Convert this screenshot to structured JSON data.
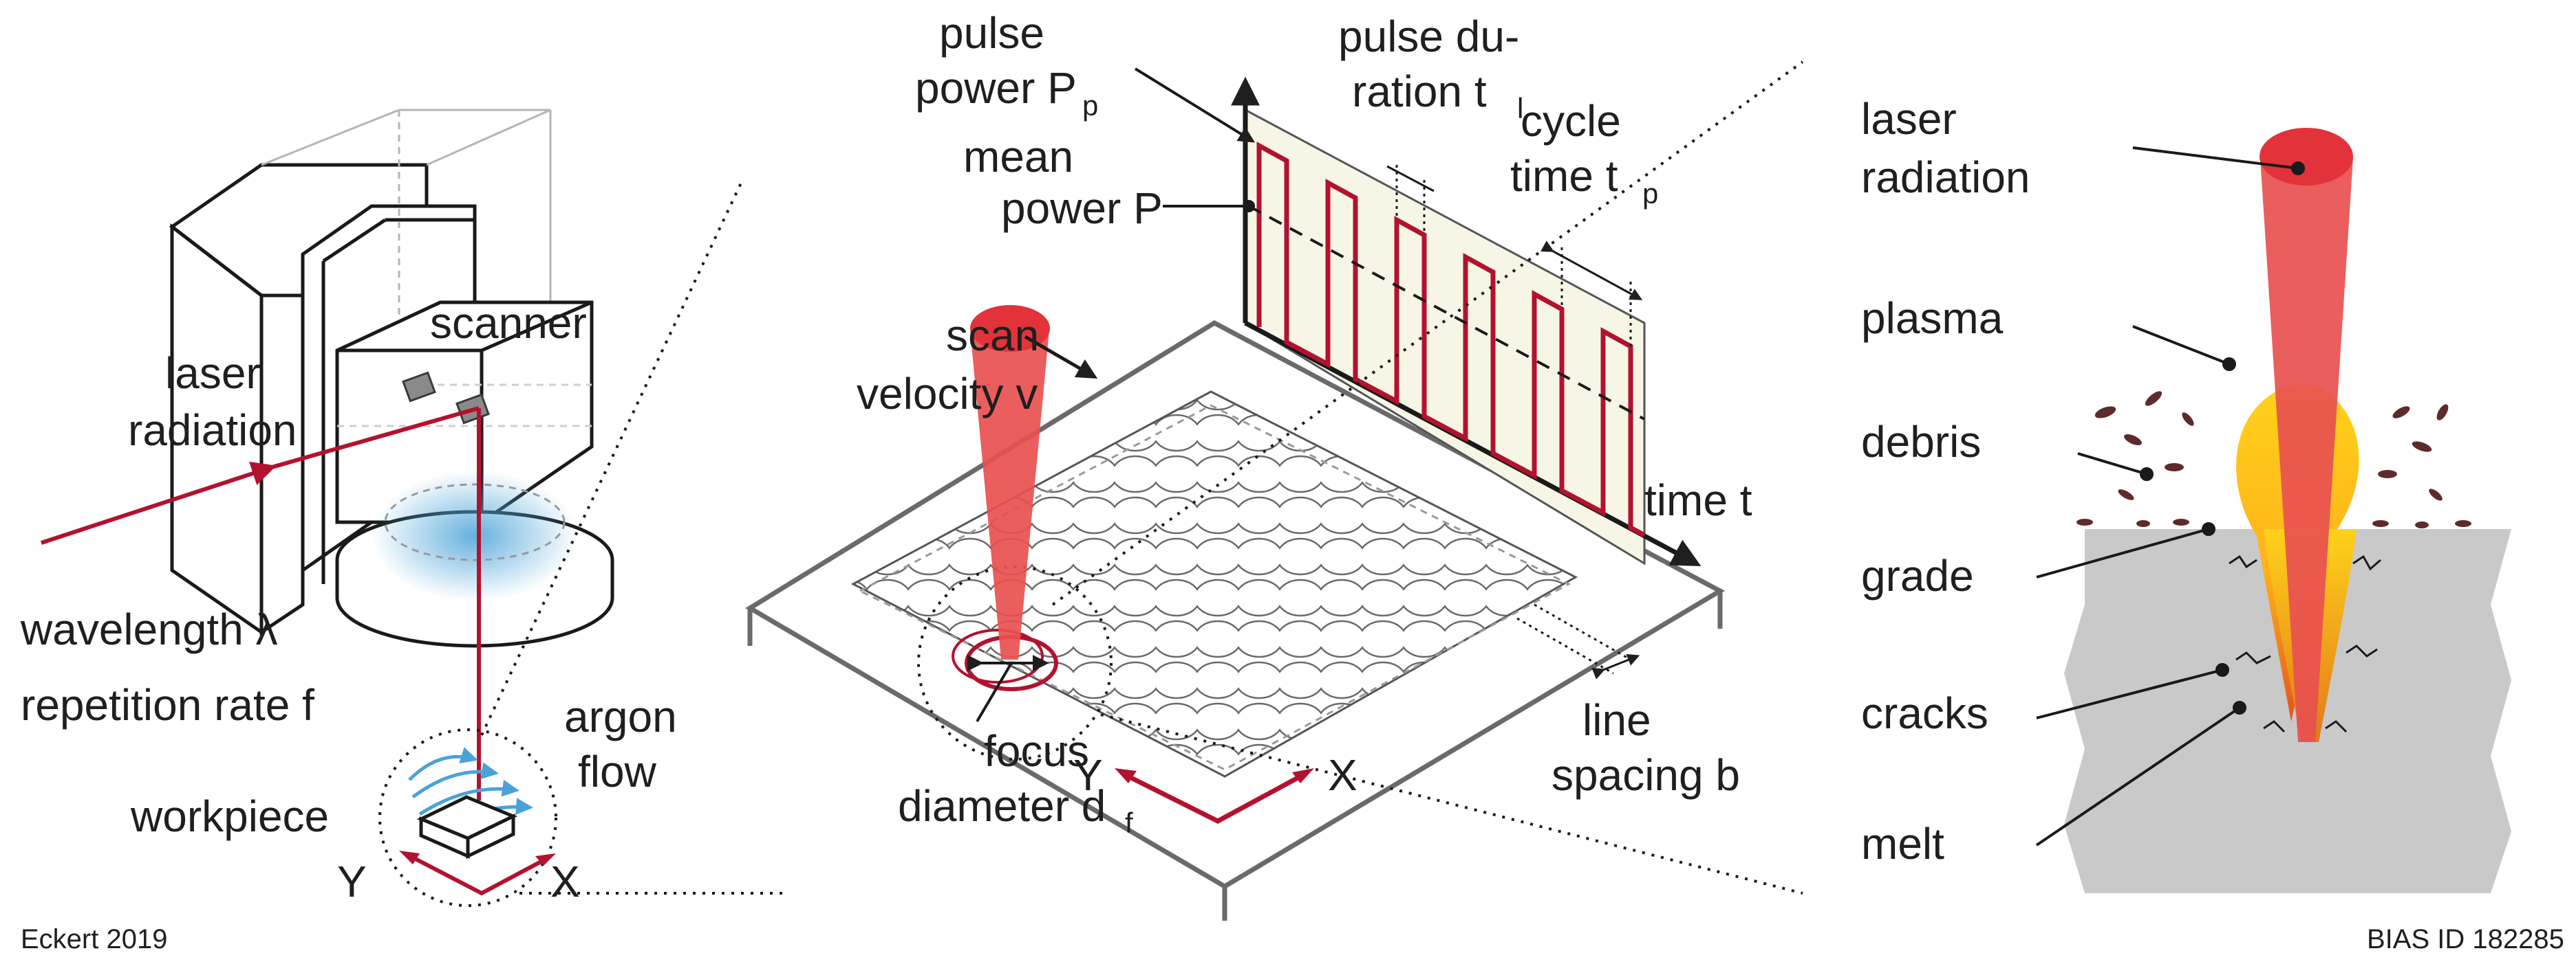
{
  "labels": {
    "laser_radiation_line1": "laser",
    "laser_radiation_line2": "radiation",
    "scanner": "scanner",
    "wavelength": "wavelength λ",
    "repetition_rate": "repetition rate f",
    "workpiece": "workpiece",
    "argon_line1": "argon",
    "argon_line2": "flow",
    "axis_y_left": "Y",
    "axis_x_left": "X",
    "pulse_power_line1": "pulse",
    "pulse_power_line2": "power P",
    "pulse_power_sub": "p",
    "pulse_duration_line1": "pulse du-",
    "pulse_duration_line2": "ration t",
    "pulse_duration_sub": "l",
    "cycle_time_line1": "cycle",
    "cycle_time_line2": "time t",
    "cycle_time_sub": "p",
    "mean_power_line1": "mean",
    "mean_power_line2": "power P",
    "scan_velocity_line1": "scan",
    "scan_velocity_line2": "velocity v",
    "time_axis": "time t",
    "line_spacing_line1": "line",
    "line_spacing_line2": "spacing b",
    "focus_line1": "focus",
    "focus_line2": "diameter d",
    "focus_sub": "f",
    "axis_y_mid": "Y",
    "axis_x_mid": "X",
    "right_laser_line1": "laser",
    "right_laser_line2": "radiation",
    "plasma": "plasma",
    "debris": "debris",
    "grade": "grade",
    "cracks": "cracks",
    "melt": "melt",
    "credit_left": "Eckert 2019",
    "credit_right": "BIAS ID 182285"
  },
  "colors": {
    "laser_red": "#e8504f",
    "pulse_red": "#b3122f",
    "plasma_yellow": "#ffd21a",
    "plasma_orange": "#f07a1a",
    "workpiece_gray": "#c9c9c9",
    "argon_blue": "#4aa3d8"
  }
}
